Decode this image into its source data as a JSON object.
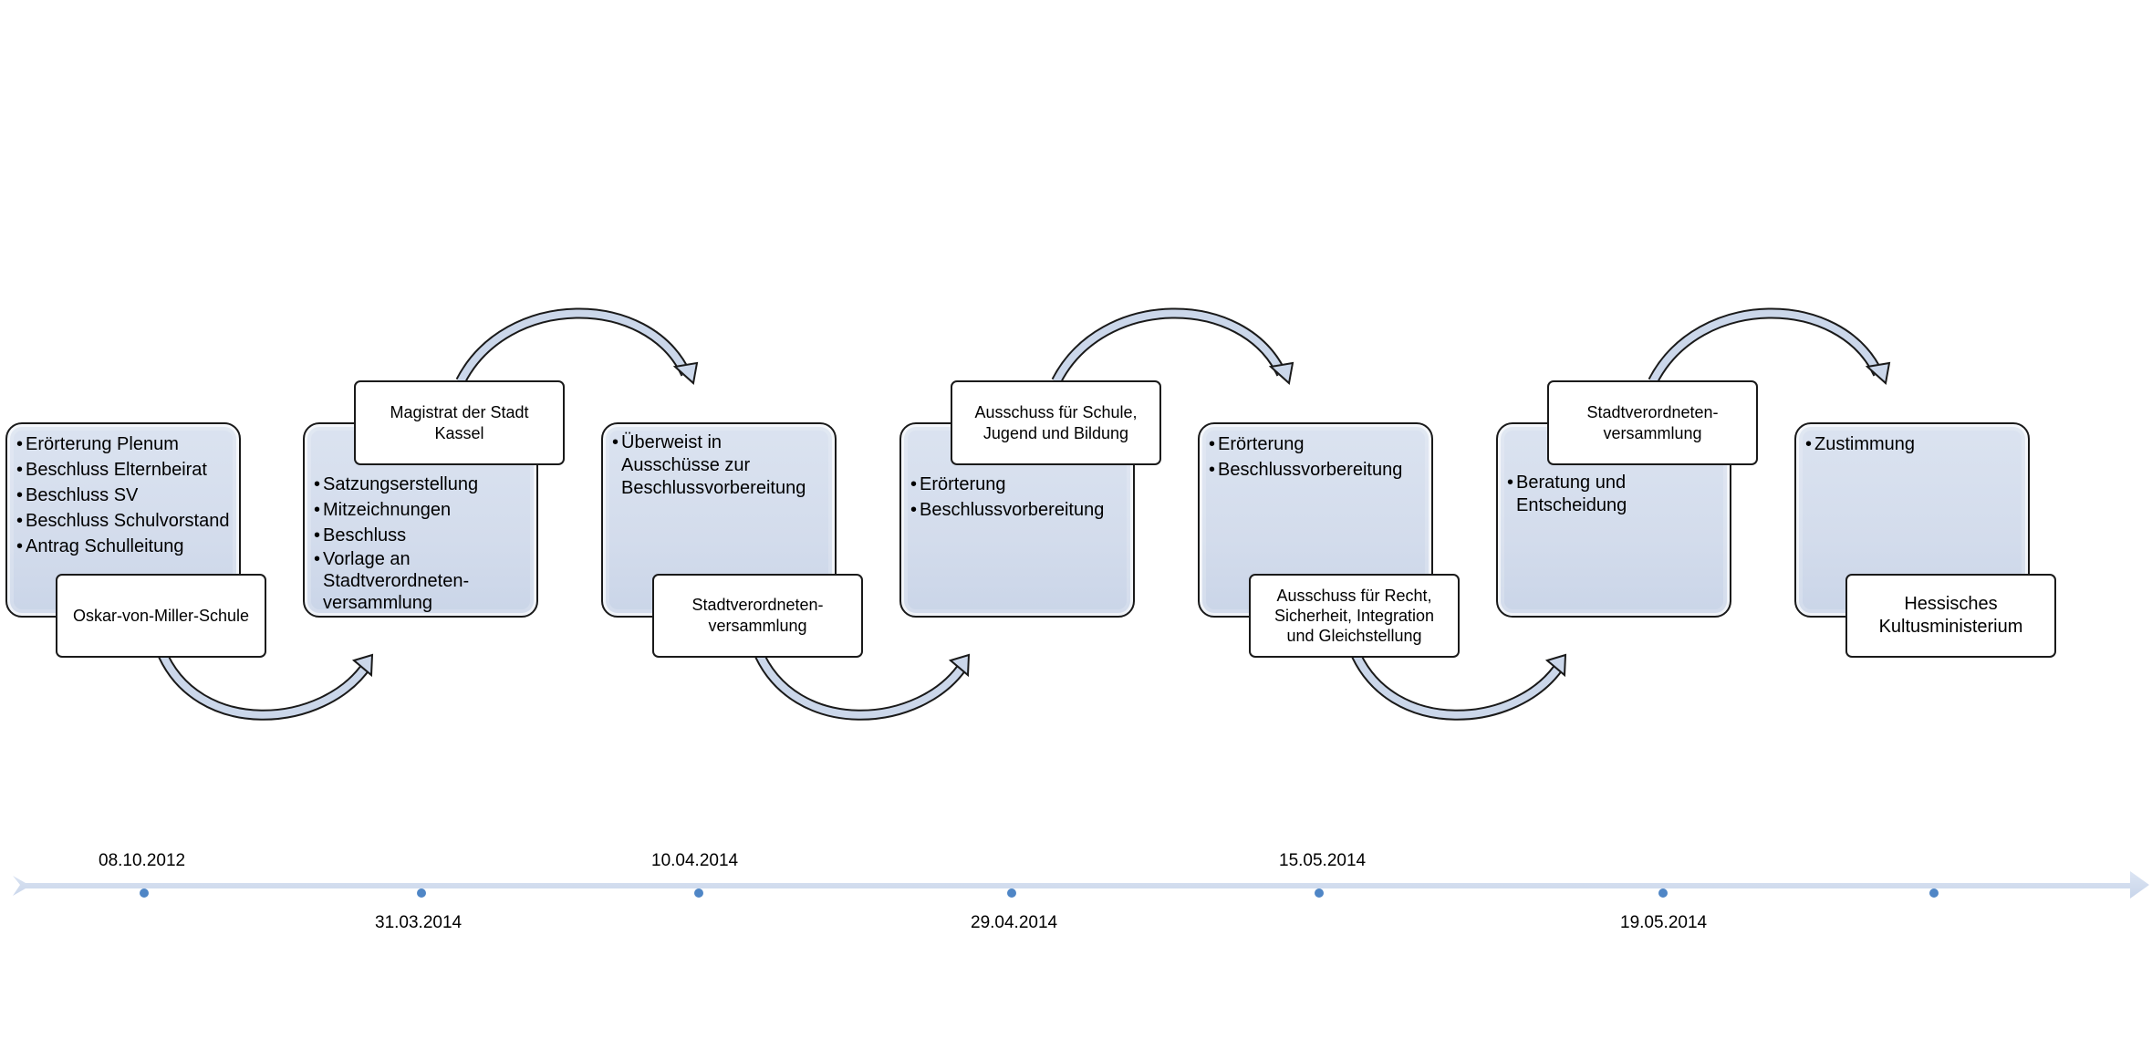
{
  "colors": {
    "box_fill": "#d3dcec",
    "arrow_fill": "#c9d6ea",
    "timeline": "#d1dcee",
    "dot": "#4f86c6"
  },
  "steps": [
    {
      "items": [
        "Erörterung Plenum",
        "Beschluss Elternbeirat",
        "Beschluss SV",
        "Beschluss Schulvorstand",
        "Antrag Schulleitung"
      ],
      "label": "Oskar-von-Miller-Schule"
    },
    {
      "items": [
        "Satzungserstellung",
        "Mitzeichnungen",
        "Beschluss",
        "Vorlage an Stadtverordneten-versammlung"
      ],
      "label": "Magistrat der Stadt Kassel"
    },
    {
      "items": [
        "Überweist in Ausschüsse zur Beschlussvorbereitung"
      ],
      "label": "Stadtverordneten-versammlung"
    },
    {
      "items": [
        "Erörterung",
        "Beschlussvorbereitung"
      ],
      "label": "Ausschuss für Schule, Jugend und Bildung"
    },
    {
      "items": [
        "Erörterung",
        "Beschlussvorbereitung"
      ],
      "label": "Ausschuss für Recht, Sicherheit, Integration und Gleichstellung"
    },
    {
      "items": [
        "Beratung und Entscheidung"
      ],
      "label": "Stadtverordneten-versammlung"
    },
    {
      "items": [
        "Zustimmung"
      ],
      "label": "Hessisches Kultusministerium"
    }
  ],
  "timeline": {
    "dates": [
      "08.10.2012",
      "31.03.2014",
      "10.04.2014",
      "29.04.2014",
      "15.05.2014",
      "19.05.2014"
    ]
  }
}
